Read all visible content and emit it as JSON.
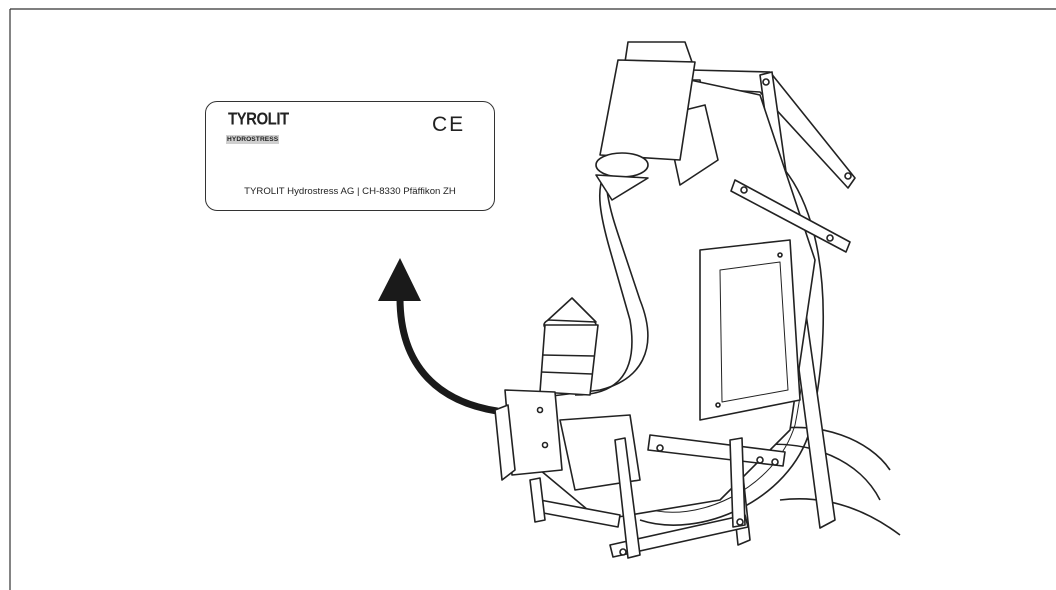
{
  "nameplate": {
    "logo_text": "TYROLIT",
    "logo_subtext": "HYDROSTRESS",
    "ce_text": "CE",
    "manufacturer_line": "TYROLIT Hydrostress AG | CH-8330 Pfäffikon ZH"
  },
  "colors": {
    "line": "#222222",
    "arrow": "#1a1a1a",
    "background": "#ffffff"
  }
}
